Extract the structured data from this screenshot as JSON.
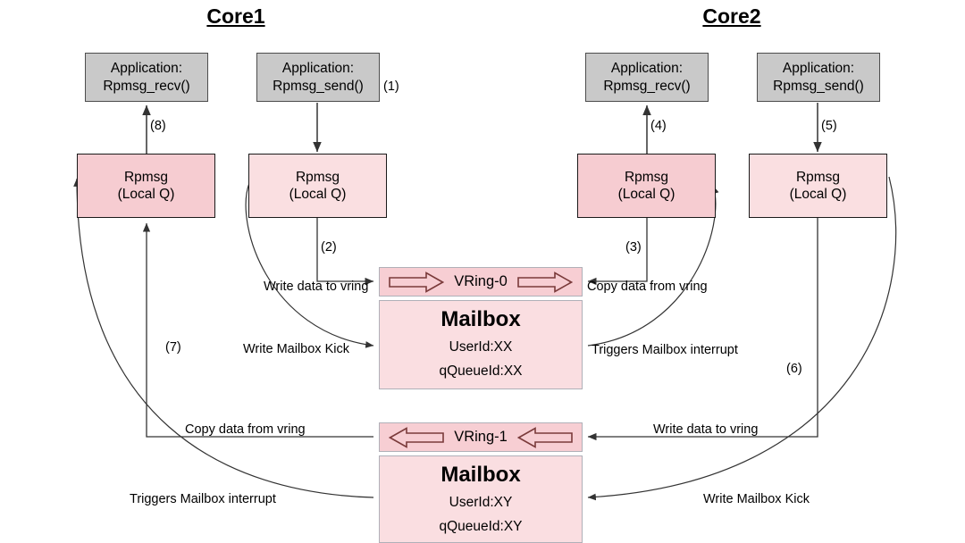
{
  "diagram": {
    "title": "RPMsg inter-core communication via Mailbox and VRings",
    "colors": {
      "app_box_fill": "#c9c9c9",
      "rpmsg_dark_fill": "#f6ccd1",
      "rpmsg_light_fill": "#fadfe1",
      "vring_fill": "#f7ced3",
      "mailbox_fill": "#fadee1",
      "stroke": "#333333",
      "background": "#ffffff"
    }
  },
  "cores": [
    {
      "id": "core1",
      "label": "Core1"
    },
    {
      "id": "core2",
      "label": "Core2"
    }
  ],
  "nodes": {
    "core1_app_recv": {
      "line1": "Application:",
      "line2": "Rpmsg_recv()"
    },
    "core1_app_send": {
      "line1": "Application:",
      "line2": "Rpmsg_send()"
    },
    "core2_app_recv": {
      "line1": "Application:",
      "line2": "Rpmsg_recv()"
    },
    "core2_app_send": {
      "line1": "Application:",
      "line2": "Rpmsg_send()"
    },
    "core1_rpmsg_recv": {
      "line1": "Rpmsg",
      "line2": "(Local Q)"
    },
    "core1_rpmsg_send": {
      "line1": "Rpmsg",
      "line2": "(Local Q)"
    },
    "core2_rpmsg_recv": {
      "line1": "Rpmsg",
      "line2": "(Local Q)"
    },
    "core2_rpmsg_send": {
      "line1": "Rpmsg",
      "line2": "(Local Q)"
    },
    "vring0": {
      "label": "VRing-0",
      "direction": "right"
    },
    "vring1": {
      "label": "VRing-1",
      "direction": "left"
    },
    "mailbox0": {
      "title": "Mailbox",
      "userid": "UserId:XX",
      "qqueueid": "qQueueId:XX"
    },
    "mailbox1": {
      "title": "Mailbox",
      "userid": "UserId:XY",
      "qqueueid": "qQueueId:XY"
    }
  },
  "steps": {
    "s1": "(1)",
    "s2": "(2)",
    "s3": "(3)",
    "s4": "(4)",
    "s5": "(5)",
    "s6": "(6)",
    "s7": "(7)",
    "s8": "(8)"
  },
  "edge_labels": {
    "write_data_to_vring_top": "Write data to vring",
    "copy_data_from_vring_top": "Copy data from vring",
    "write_mailbox_kick_top": "Write Mailbox Kick",
    "triggers_mailbox_interrupt_top": "Triggers Mailbox interrupt",
    "copy_data_from_vring_bottom": "Copy data from vring",
    "write_data_to_vring_bottom": "Write data to vring",
    "triggers_mailbox_interrupt_bottom": "Triggers Mailbox interrupt",
    "write_mailbox_kick_bottom": "Write Mailbox Kick"
  }
}
